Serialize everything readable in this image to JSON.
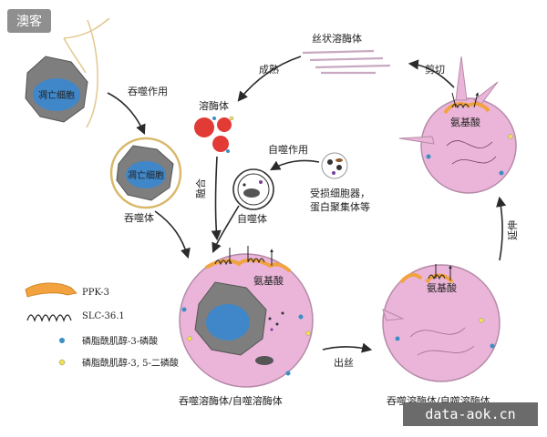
{
  "watermark": "澳客",
  "footer": "data-aok.cn",
  "labels": {
    "apoptotic_cell_1": "凋亡细胞",
    "apoptotic_cell_2": "凋亡细胞",
    "phagocytosis": "吞噬作用",
    "phagosome": "吞噬体",
    "lysosome": "溶酶体",
    "maturation": "成熟",
    "tubular_lysosome": "丝状溶酶体",
    "scission": "剪切",
    "fusion": "融合",
    "autophagy": "自噬作用",
    "autophagosome": "自噬体",
    "damaged_line1": "受损细胞器，",
    "damaged_line2": "蛋白聚集体等",
    "amino_acid_1": "氨基酸",
    "amino_acid_2": "氨基酸",
    "amino_acid_3": "氨基酸",
    "phagolysosome_1": "吞噬溶酶体/自噬溶酶体",
    "phagolysosome_2": "吞噬溶酶体/自噬溶酶体",
    "budding": "出丝",
    "elongation": "延伸"
  },
  "legend": [
    {
      "label": "PPK-3",
      "symbol": "ppk3-shape",
      "color": "#f2a23e"
    },
    {
      "label": "SLC-36.1",
      "symbol": "slc-coil",
      "color": "#222222"
    },
    {
      "label": "磷脂酰肌醇-3-磷酸",
      "symbol": "dot",
      "color": "#3a8fc4"
    },
    {
      "label": "磷脂酰肌醇-3, 5-二磷酸",
      "symbol": "dot",
      "color": "#f0e050"
    }
  ],
  "colors": {
    "lysosome_pink": "#eab5d8",
    "lysosome_stroke": "#b58aa8",
    "nucleus_blue": "#3f87c9",
    "cell_gray": "#7e7e7e",
    "lyso_red": "#e23a35",
    "ppk3_orange": "#f2a23e",
    "pi3p_blue": "#3a8fc4",
    "pi35p2_yellow": "#f0e050",
    "membrane_tan": "#e2c88e"
  }
}
